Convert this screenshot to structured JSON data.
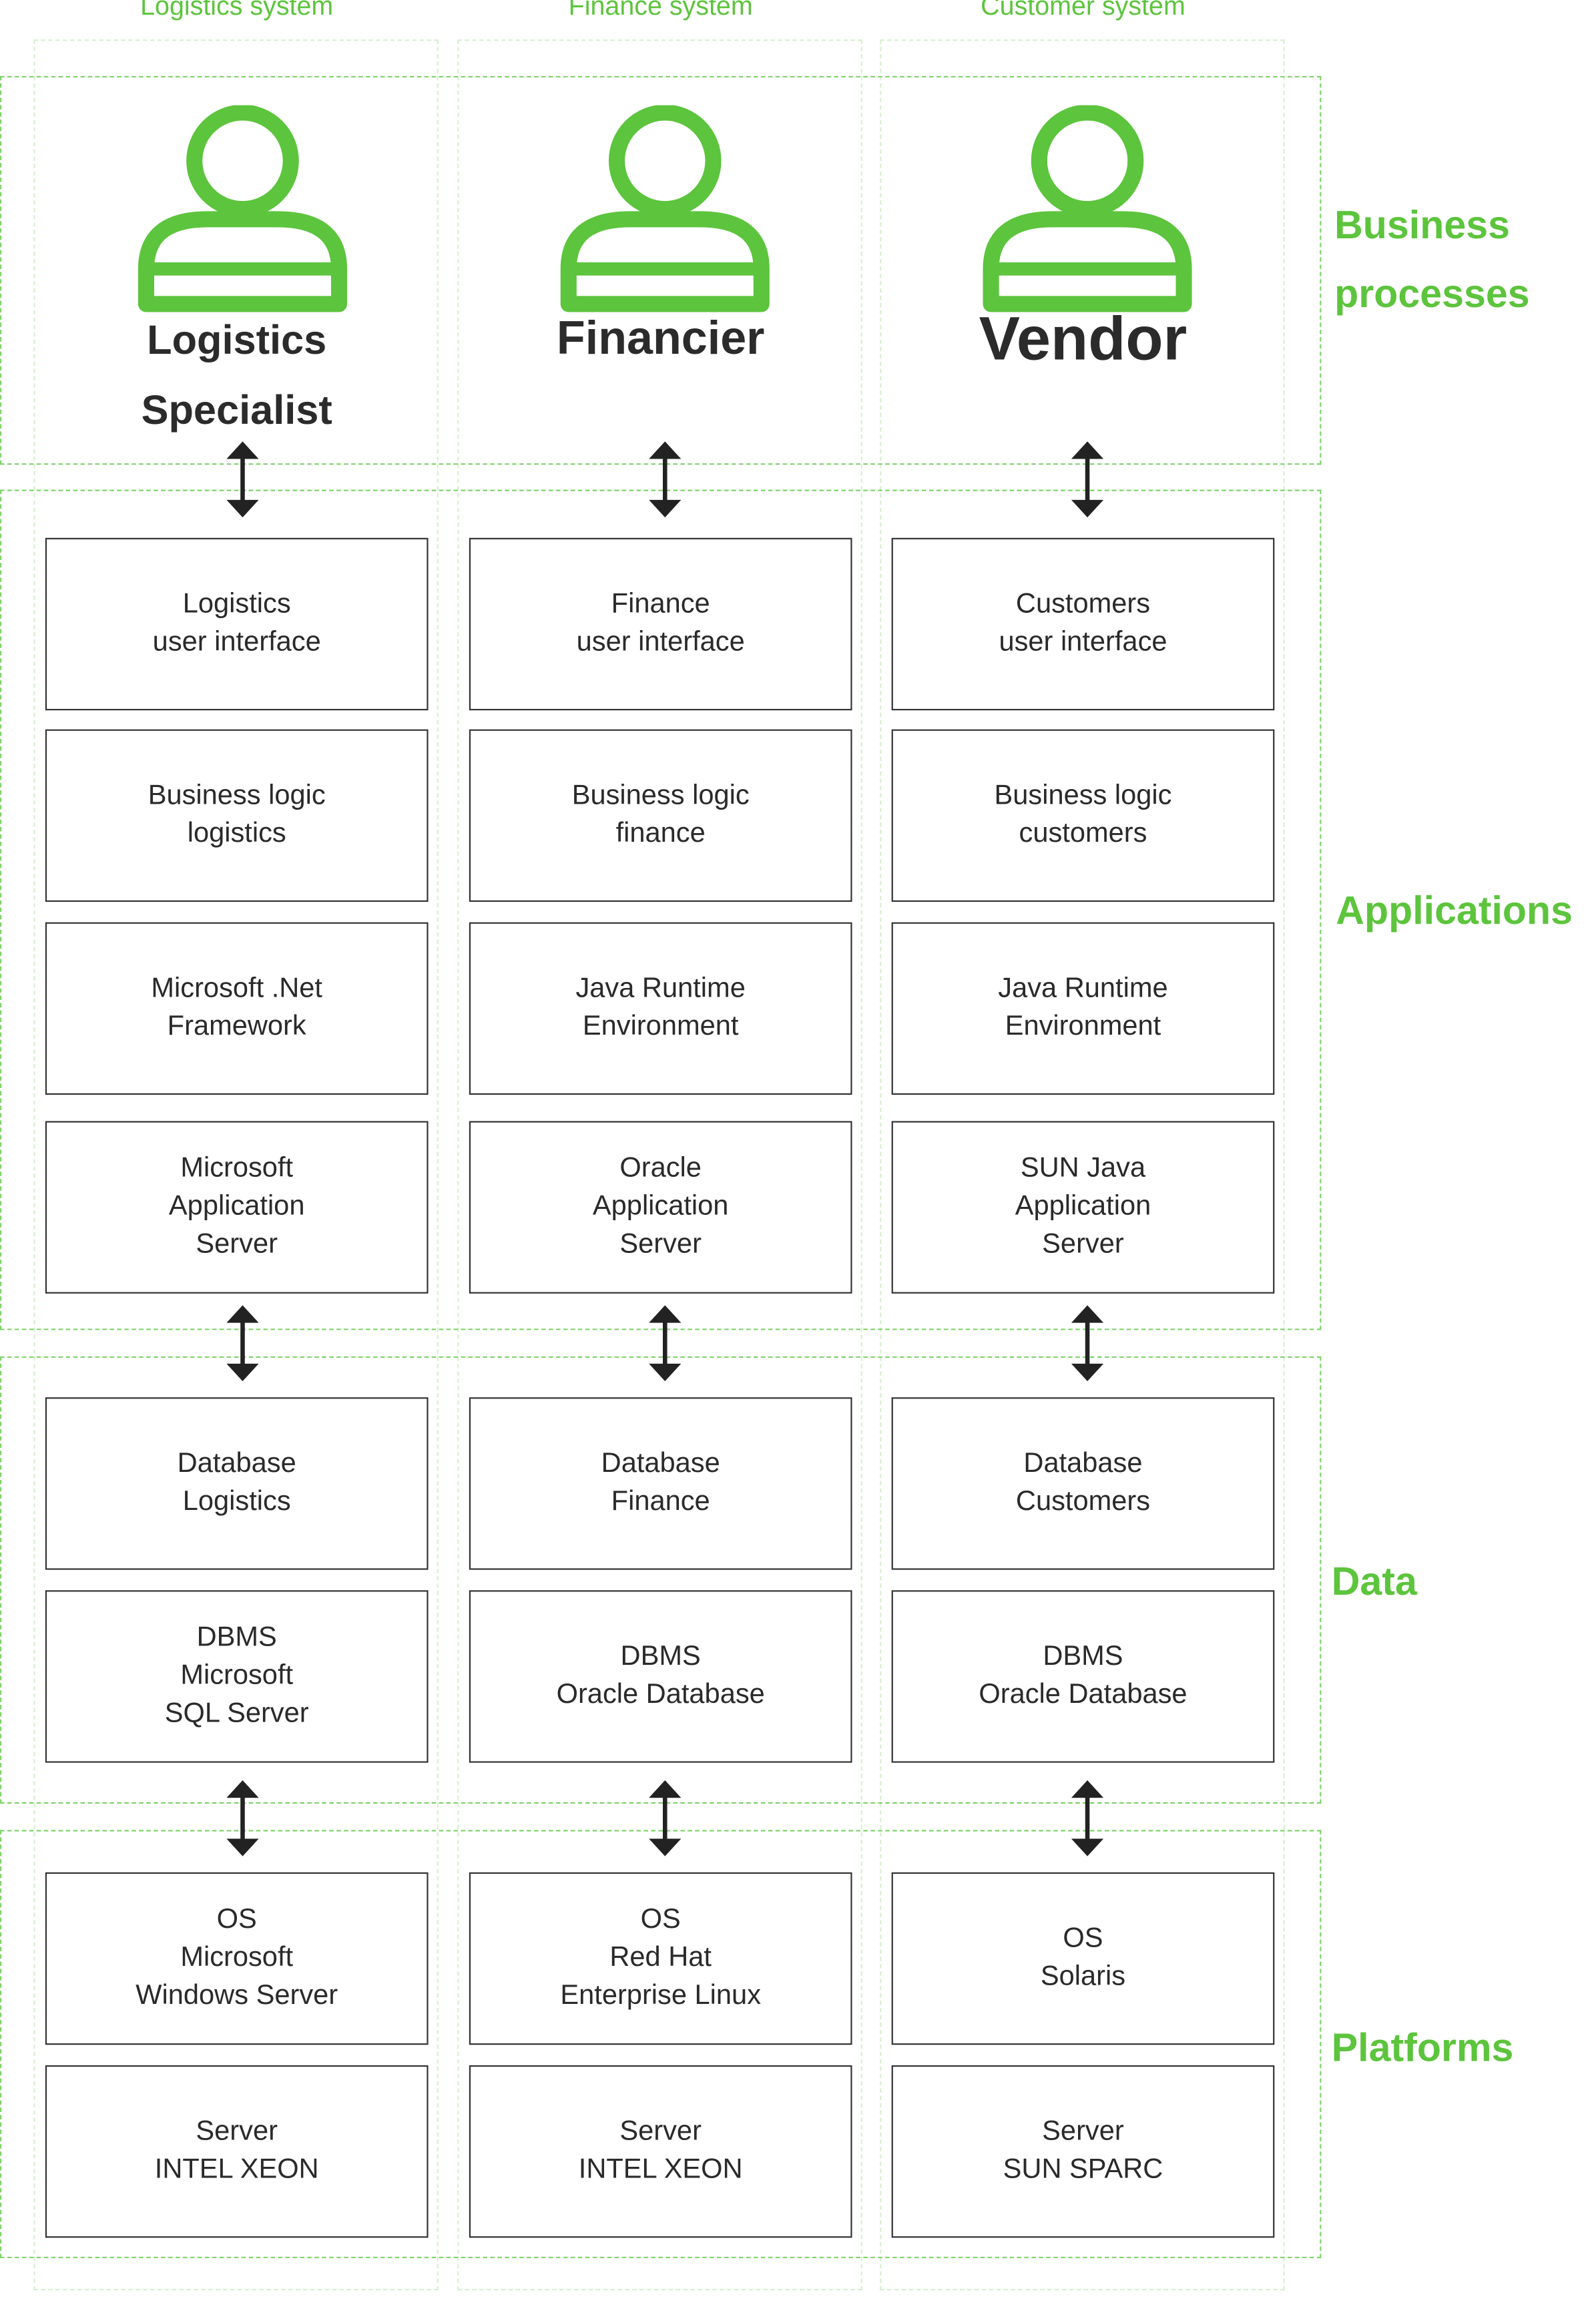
{
  "colors": {
    "accent": "#5dc43d",
    "box_border": "#333333",
    "text": "#2a2a2a",
    "arrow": "#222222"
  },
  "columns": [
    {
      "title": "Logistics system",
      "role": "Logistics\nSpecialist",
      "icon": "person-icon",
      "boxes": [
        "Logistics\nuser interface",
        "Business logic\nlogistics",
        "Microsoft .Net\nFramework",
        "Microsoft\nApplication\nServer",
        "Database\nLogistics",
        "DBMS\nMicrosoft\nSQL Server",
        "OS\nMicrosoft\nWindows Server",
        "Server\nINTEL XEON"
      ]
    },
    {
      "title": "Finance system",
      "role": "Financier",
      "icon": "person-icon",
      "boxes": [
        "Finance\nuser interface",
        "Business logic\nfinance",
        "Java Runtime\nEnvironment",
        "Oracle\nApplication\nServer",
        "Database\nFinance",
        "DBMS\nOracle Database",
        "OS\nRed Hat\nEnterprise Linux",
        "Server\nINTEL XEON"
      ]
    },
    {
      "title": "Customer system",
      "role": "Vendor",
      "icon": "person-icon",
      "boxes": [
        "Customers\nuser interface",
        "Business logic\ncustomers",
        "Java Runtime\nEnvironment",
        "SUN Java\nApplication\nServer",
        "Database\nCustomers",
        "DBMS\nOracle Database",
        "OS\nSolaris",
        "Server\nSUN SPARC"
      ]
    }
  ],
  "layers": [
    {
      "label": "Business\nprocesses"
    },
    {
      "label": "Applications"
    },
    {
      "label": "Data"
    },
    {
      "label": "Platforms"
    }
  ],
  "arrows": {
    "icon": "double-arrow-icon"
  }
}
